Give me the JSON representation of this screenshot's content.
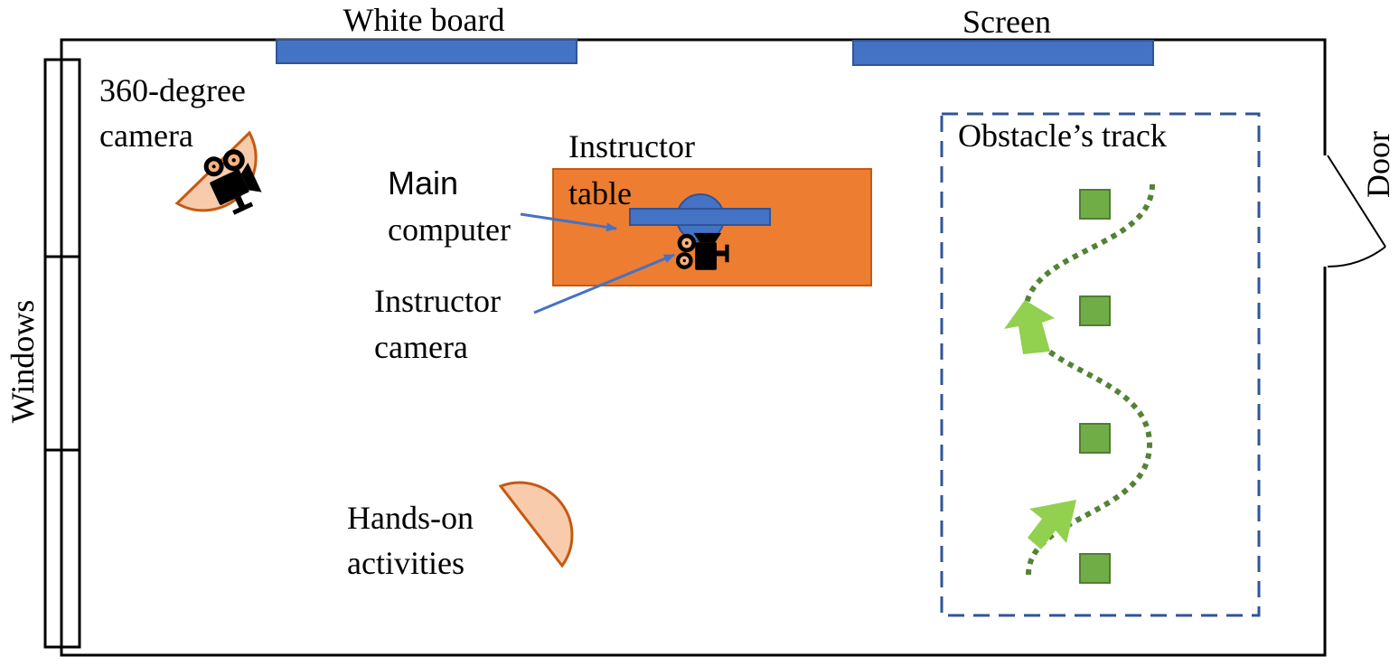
{
  "labels": {
    "white_board": "White board",
    "screen": "Screen",
    "camera_360_line1": "360-degree",
    "camera_360_line2": "camera",
    "instructor_table_line1": "Instructor",
    "instructor_table_line2": "table",
    "main_computer_line1": "Main",
    "main_computer_line2": "computer",
    "instructor_camera_line1": "Instructor",
    "instructor_camera_line2": "camera",
    "obstacle_track": "Obstacle’s track",
    "door": "Door",
    "windows": "Windows",
    "hands_on_line1": "Hands-on",
    "hands_on_line2": "activities"
  },
  "colors": {
    "room_border": "#000000",
    "board_blue": "#4472c4",
    "board_stroke": "#2f5597",
    "table_orange": "#ed7d31",
    "table_stroke": "#c55a11",
    "zone_peach": "#f8cbad",
    "zone_stroke": "#c55a11",
    "track_dash": "#2f5597",
    "obstacle_green": "#70ad47",
    "obstacle_stroke": "#507e32",
    "path_green": "#548235",
    "arrow_green": "#92d050",
    "pointer_blue": "#4472c4"
  },
  "icons": [
    "video-camera-icon",
    "video-camera-icon"
  ]
}
